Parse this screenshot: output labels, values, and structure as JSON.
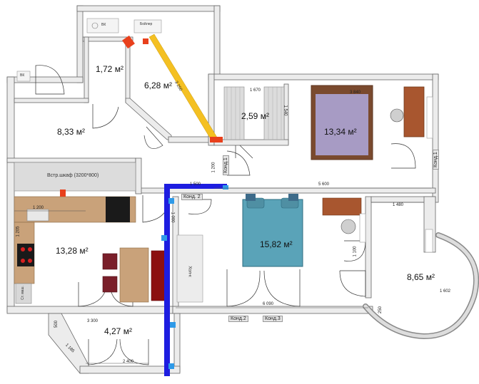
{
  "rooms": [
    {
      "id": "storage",
      "area": "1,72 м²"
    },
    {
      "id": "bath",
      "area": "6,28 м²"
    },
    {
      "id": "hall",
      "area": "8,33 м²"
    },
    {
      "id": "wardrobe",
      "area": "2,59 м²"
    },
    {
      "id": "bedroom1",
      "area": "13,34 м²"
    },
    {
      "id": "kitchen",
      "area": "13,28 м²"
    },
    {
      "id": "bedroom2",
      "area": "15,82 м²"
    },
    {
      "id": "bay",
      "area": "8,65 м²"
    },
    {
      "id": "balcony",
      "area": "4,27 м²"
    }
  ],
  "dimensions": {
    "d1670": "1 670",
    "d3840": "3 840",
    "d1540": "1 540",
    "d5600": "5 600",
    "d1200a": "1 200",
    "d1500": "1 500",
    "d1200b": "1 200",
    "d1205": "1 205",
    "d3300": "3 300",
    "d6090": "6 090",
    "d1480": "1 480",
    "d1602": "1 602",
    "d500": "500",
    "d1185": "1 185",
    "d2400": "2 400",
    "d3250": "3 250",
    "d1100": "1 100",
    "d1000": "1 000",
    "d250": "250"
  },
  "labels": {
    "wardrobe_built_in": "Встр.шкаф (3200*800)",
    "ac1": "Конд.1",
    "ac2a": "Конд. 2",
    "ac2b": "Конд.2",
    "ac3": "Конд.3",
    "fridge": "Хол-к",
    "washer": "Ст. маш.",
    "boiler": "Бойлер",
    "bk": "ВК"
  },
  "colors": {
    "wall": "#ececec",
    "wall_stroke": "#555555",
    "bed": "#5aa3b8",
    "bed2": "#a79bc4",
    "wood": "#c9a27a",
    "desk": "#a8562f",
    "pipe_yellow": "#f4c022",
    "pipe_blue": "#1d1de0",
    "pipe_red": "#e8401c"
  }
}
